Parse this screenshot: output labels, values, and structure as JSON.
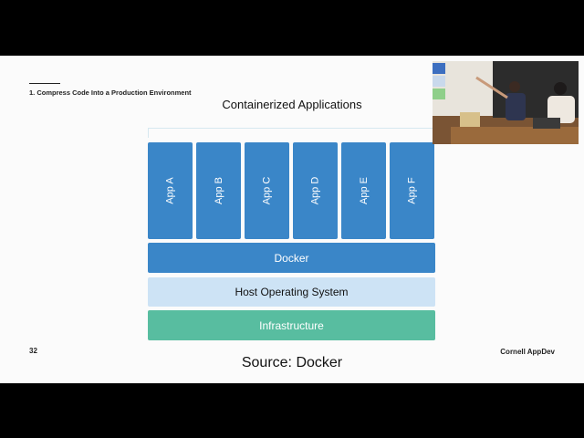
{
  "slide": {
    "section_label": "1. Compress Code Into a Production Environment",
    "title": "Containerized Applications",
    "page_number": "32",
    "source": "Source: Docker",
    "brand": "Cornell AppDev"
  },
  "diagram": {
    "apps": [
      "App A",
      "App B",
      "App C",
      "App D",
      "App E",
      "App F"
    ],
    "docker_label": "Docker",
    "host_label": "Host Operating System",
    "infrastructure_label": "Infrastructure"
  },
  "colors": {
    "app_blue": "#3a86c8",
    "host_light_blue": "#cde3f5",
    "infrastructure_green": "#58bda0"
  }
}
